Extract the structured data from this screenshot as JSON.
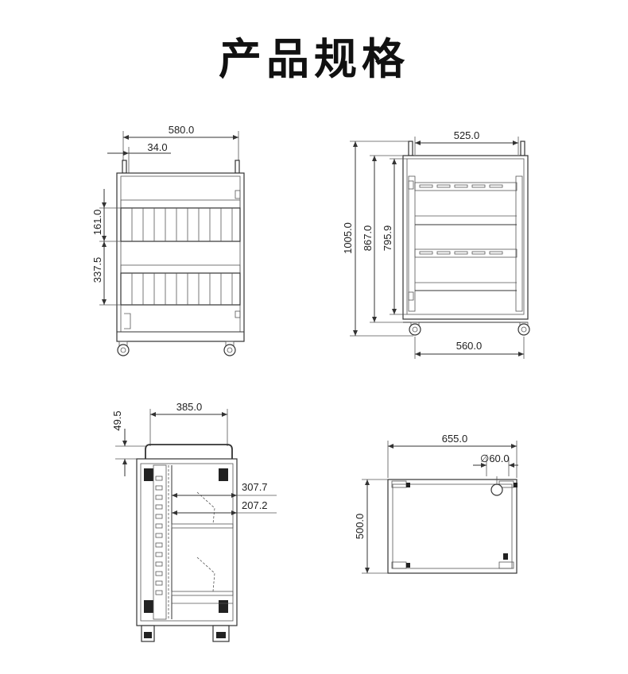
{
  "title": "产品规格",
  "views": {
    "front": {
      "width_label": "580.0",
      "offset_label": "34.0",
      "shelf1_label": "161.0",
      "shelf2_label": "337.5"
    },
    "side": {
      "top_width_label": "525.0",
      "total_height_label": "1005.0",
      "height2_label": "867.0",
      "height3_label": "795.9",
      "base_width_label": "560.0"
    },
    "section": {
      "handle_width_label": "385.0",
      "handle_height_label": "49.5",
      "depth1_label": "307.7",
      "depth2_label": "207.2"
    },
    "bottom": {
      "width_label": "655.0",
      "wheel_label": "∅60.0",
      "depth_label": "500.0"
    }
  }
}
